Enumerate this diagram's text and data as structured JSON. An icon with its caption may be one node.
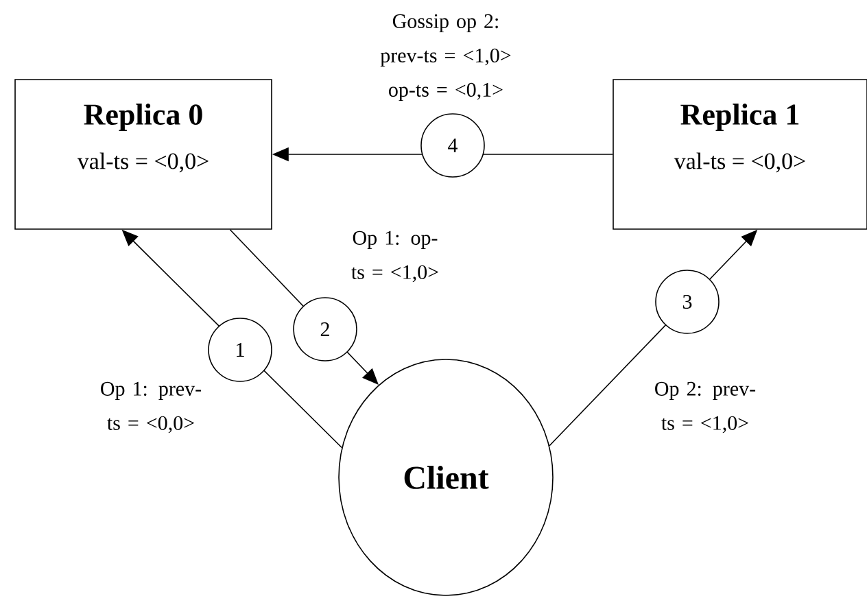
{
  "diagram": {
    "nodes": [
      {
        "text": [
          "Replica 0",
          "val-ts = <0,0>"
        ]
      },
      {
        "text": [
          "Replica 1",
          "val-ts = <0,0>"
        ]
      },
      {
        "text": [
          "Client"
        ]
      }
    ],
    "edges": [
      {
        "from": 2,
        "to": 0,
        "arrow": "to",
        "label": "Op 1: prev-ts = <0,0>"
      },
      {
        "from": 0,
        "to": 2,
        "arrow": "to",
        "label": "Op 1: op-ts = <1,0>"
      },
      {
        "from": 2,
        "to": 1,
        "arrow": "to",
        "label": "Op 2: prev-ts = <1,0>"
      },
      {
        "from": 1,
        "to": 0,
        "arrow": "to",
        "label": "Gossip op 2: prev-ts = <1,0> op-ts = <0,1>"
      }
    ],
    "labels": [
      "1",
      "2",
      "3",
      "4"
    ]
  }
}
